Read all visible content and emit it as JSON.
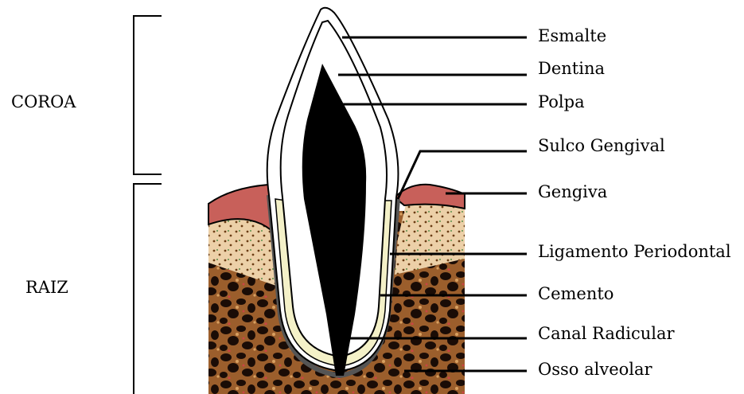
{
  "sections": [
    {
      "id": "crown",
      "label": "COROA"
    },
    {
      "id": "root",
      "label": "RAIZ"
    }
  ],
  "labels": [
    {
      "id": "enamel",
      "text": "Esmalte"
    },
    {
      "id": "dentin",
      "text": "Dentina"
    },
    {
      "id": "pulp",
      "text": "Polpa"
    },
    {
      "id": "gingival-sulcus",
      "text": "Sulco Gengival"
    },
    {
      "id": "gingiva",
      "text": "Gengiva"
    },
    {
      "id": "periodontal-ligament",
      "text": "Ligamento Periodontal"
    },
    {
      "id": "cementum",
      "text": "Cemento"
    },
    {
      "id": "root-canal",
      "text": "Canal Radicular"
    },
    {
      "id": "alveolar-bone",
      "text": "Osso alveolar"
    }
  ],
  "colors": {
    "gingiva": "#c8605a",
    "bone_light": "#e9c79c",
    "bone_mid": "#b47a3c",
    "bone_dark": "#1a0c06",
    "cementum": "#f4f1c8",
    "pulp": "#000000",
    "enamel": "#ffffff",
    "outline": "#000000"
  }
}
